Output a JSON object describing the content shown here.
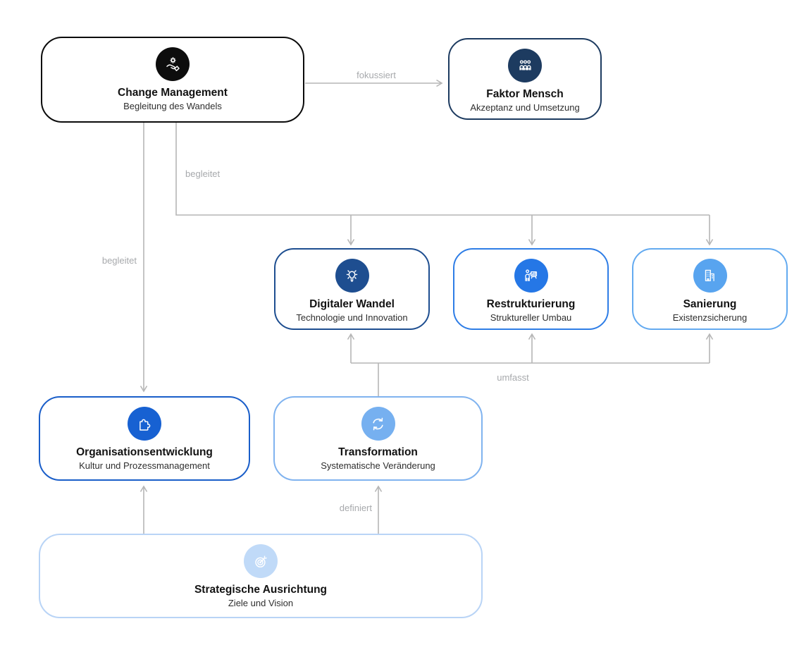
{
  "diagram": {
    "background": "#ffffff",
    "edge_color": "#b6b6b6",
    "edge_label_color": "#a7a9ac",
    "nodes": [
      {
        "id": "change-management",
        "title": "Change Management",
        "subtitle": "Begleitung des Wandels",
        "icon": "hand-gear-icon",
        "circle_color": "#0d0d0d",
        "border_color": "#0b0b0b"
      },
      {
        "id": "faktor-mensch",
        "title": "Faktor Mensch",
        "subtitle": "Akzeptanz und Umsetzung",
        "icon": "people-group-icon",
        "circle_color": "#1d3b60",
        "border_color": "#1d3b60"
      },
      {
        "id": "digitaler-wandel",
        "title": "Digitaler Wandel",
        "subtitle": "Technologie und Innovation",
        "icon": "lightbulb-icon",
        "circle_color": "#1e4e90",
        "border_color": "#1e4e90"
      },
      {
        "id": "restrukturierung",
        "title": "Restrukturierung",
        "subtitle": "Struktureller Umbau",
        "icon": "presentation-icon",
        "circle_color": "#2577e6",
        "border_color": "#2e7de6"
      },
      {
        "id": "sanierung",
        "title": "Sanierung",
        "subtitle": "Existenzsicherung",
        "icon": "building-icon",
        "circle_color": "#58a4ef",
        "border_color": "#63aaf0"
      },
      {
        "id": "organisationsentwicklung",
        "title": "Organisationsentwicklung",
        "subtitle": "Kultur und Prozessmanagement",
        "icon": "puzzle-icon",
        "circle_color": "#1761d2",
        "border_color": "#1a5ec9"
      },
      {
        "id": "transformation",
        "title": "Transformation",
        "subtitle": "Systematische Veränderung",
        "icon": "sync-arrows-icon",
        "circle_color": "#76b0f0",
        "border_color": "#80b3ef"
      },
      {
        "id": "strategische-ausrichtung",
        "title": "Strategische Ausrichtung",
        "subtitle": "Ziele und Vision",
        "icon": "target-icon",
        "circle_color": "#c0daf8",
        "border_color": "#b9d4f6"
      }
    ],
    "edges": [
      {
        "label": "fokussiert",
        "from": "change-management",
        "to": [
          "faktor-mensch"
        ]
      },
      {
        "label": "begleitet",
        "from": "change-management",
        "to": [
          "digitaler-wandel",
          "restrukturierung",
          "sanierung"
        ]
      },
      {
        "label": "begleitet",
        "from": "change-management",
        "to": [
          "organisationsentwicklung"
        ]
      },
      {
        "label": "umfasst",
        "from": "transformation",
        "to": [
          "digitaler-wandel",
          "restrukturierung",
          "sanierung"
        ]
      },
      {
        "label": "definiert",
        "from": "strategische-ausrichtung",
        "to": [
          "organisationsentwicklung",
          "transformation"
        ]
      }
    ]
  }
}
